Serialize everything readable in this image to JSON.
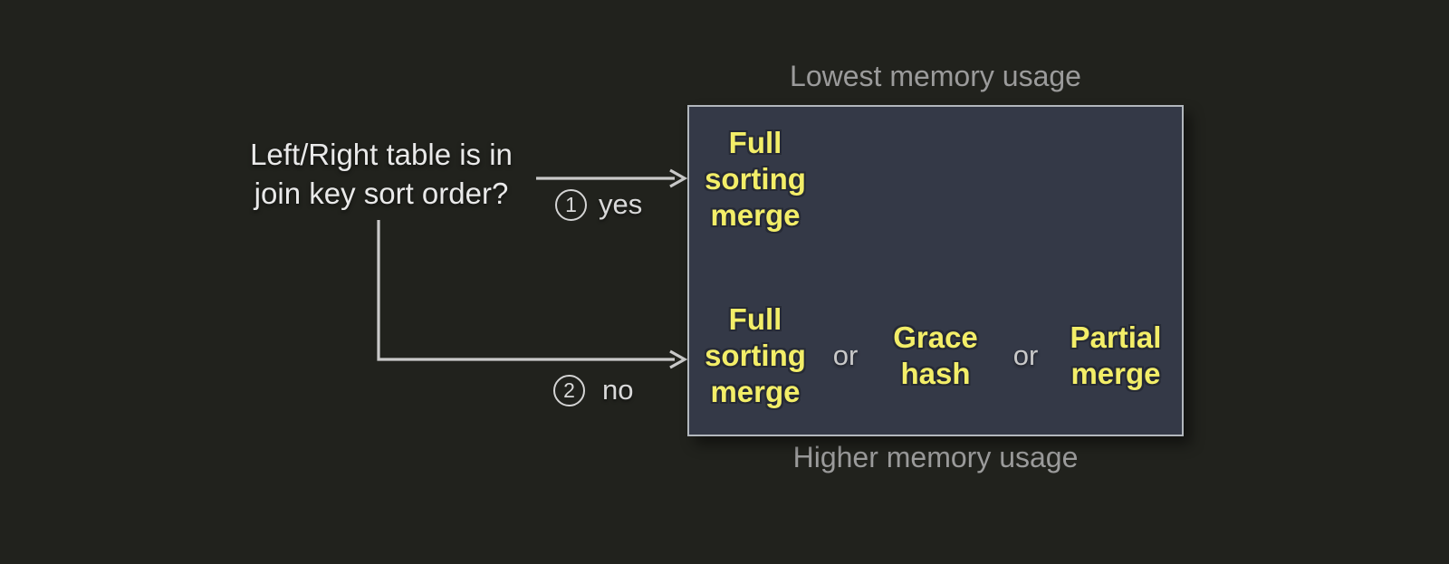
{
  "colors": {
    "background": "#21221d",
    "box_fill": "#343947",
    "box_border": "#b2b7bd",
    "algorithm_text": "#f3ee68",
    "connector": "#c9c9c9",
    "caption_text": "#9b9b9b",
    "question_text": "#e9e9e9",
    "separator_text": "#c9c9c9"
  },
  "question": {
    "line1": "Left/Right table is in",
    "line2": "join key sort order?"
  },
  "branches": {
    "yes": {
      "number": "1",
      "label": "yes"
    },
    "no": {
      "number": "2",
      "label": "no"
    }
  },
  "memory_scale": {
    "top": "Lowest memory usage",
    "bottom": "Higher memory usage"
  },
  "sorted_case": {
    "algorithm": "Full sorting merge",
    "lines": [
      "Full",
      "sorting",
      "merge"
    ]
  },
  "unsorted_case": {
    "separator": "or",
    "algorithms": [
      {
        "name": "Full sorting merge",
        "lines": [
          "Full",
          "sorting",
          "merge"
        ]
      },
      {
        "name": "Grace hash",
        "lines": [
          "Grace",
          "hash"
        ]
      },
      {
        "name": "Partial merge",
        "lines": [
          "Partial",
          "merge"
        ]
      }
    ]
  }
}
